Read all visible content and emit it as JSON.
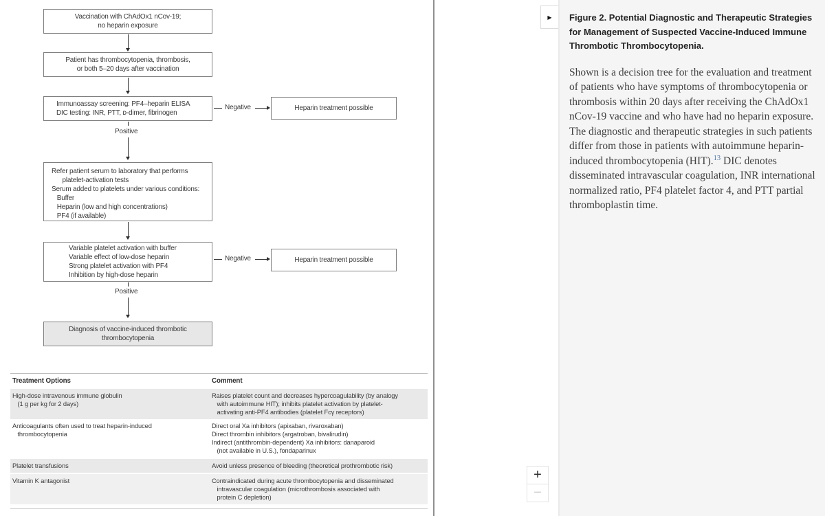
{
  "flowchart": {
    "box_vaccination": [
      "Vaccination with ChAdOx1 nCov-19;",
      "no heparin exposure"
    ],
    "box_patient": [
      "Patient has thrombocytopenia, thrombosis,",
      "or both 5–20 days after vaccination"
    ],
    "box_immunoassay": [
      "Immunoassay screening: PF4–heparin ELISA",
      "DIC testing: INR, PTT, ᴅ-dimer, fibrinogen"
    ],
    "box_refer": [
      "Refer patient serum to laboratory that performs",
      "      platelet-activation tests",
      "Serum added to platelets under various conditions:",
      "   Buffer",
      "   Heparin (low and high concentrations)",
      "   PF4 (if available)"
    ],
    "box_variable": [
      "Variable platelet activation with buffer",
      "Variable effect of low-dose heparin",
      "Strong platelet activation with PF4",
      "Inhibition by high-dose heparin"
    ],
    "box_diagnosis": [
      "Diagnosis of vaccine-induced thrombotic",
      "thrombocytopenia"
    ],
    "heparin_box_1": "Heparin treatment possible",
    "heparin_box_2": "Heparin treatment possible",
    "negative_label_1": "Negative",
    "negative_label_2": "Negative",
    "positive_label_1": "Positive",
    "positive_label_2": "Positive"
  },
  "table": {
    "header_treatment": "Treatment Options",
    "header_comment": "Comment",
    "rows": [
      {
        "treatment": [
          "High-dose intravenous immune globulin",
          "   (1 g per kg for 2 days)"
        ],
        "comment": [
          "Raises platelet count and decreases hypercoagulability (by analogy",
          "   with autoimmune HIT); inhibits platelet activation by platelet-",
          "   activating anti-PF4 antibodies (platelet Fcγ receptors)"
        ]
      },
      {
        "treatment": [
          "Anticoagulants often used to treat heparin-induced",
          "   thrombocytopenia"
        ],
        "comment": [
          "Direct oral Xa inhibitors (apixaban, rivaroxaban)",
          "Direct thrombin inhibitors (argatroban, bivalirudin)",
          "Indirect (antithrombin-dependent) Xa inhibitors: danaparoid",
          "   (not available in U.S.), fondaparinux"
        ]
      },
      {
        "treatment": [
          "Platelet transfusions"
        ],
        "comment": [
          "Avoid unless presence of bleeding (theoretical prothrombotic risk)"
        ]
      },
      {
        "treatment": [
          "Vitamin K antagonist"
        ],
        "comment": [
          "Contraindicated during acute thrombocytopenia and disseminated",
          "   intravascular coagulation (microthrombosis associated with",
          "   protein C depletion)"
        ]
      }
    ]
  },
  "caption": {
    "title": "Figure 2. Potential Diagnostic and Therapeutic Strategies for Management of Suspected Vaccine-Induced Immune Thrombotic Thrombocytopenia.",
    "body_before_ref": "Shown is a decision tree for the evaluation and treatment of patients who have symptoms of thrombocytopenia or thrombosis within 20 days after receiving the ChAdOx1 nCov-19 vaccine and who have had no heparin exposure. The diagnostic and therapeutic strategies in such patients differ from those in patients with autoimmune heparin-induced thrombocytopenia (HIT).",
    "ref_number": "13",
    "body_after_ref": " DIC denotes disseminated intravascular coagulation, INR international normalized ratio, PF4 platelet factor 4, and PTT partial thromboplastin time."
  },
  "controls": {
    "collapse_icon": "▶",
    "zoom_in_label": "+",
    "zoom_out_label": "−"
  },
  "colors": {
    "panel_bg": "#f5f5f5",
    "shaded_row": "#e9e9e9",
    "box_border": "#7f7f7f",
    "reference_link": "#4a74a8"
  }
}
